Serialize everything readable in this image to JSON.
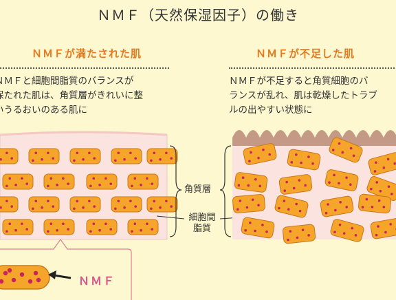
{
  "title": "ＮＭＦ（天然保湿因子）の働き",
  "left": {
    "heading": "ＮＭＦが満たされた肌",
    "lines": [
      "ＮＭＦと細胞間脂質のバランスが",
      "保たれた肌は、角質層がきれいに整",
      "いうるおいのある肌に"
    ]
  },
  "right": {
    "heading": "ＮＭＦが不足した肌",
    "lines": [
      "ＮＭＦが不足すると角質細胞のバ",
      "ランスが乱れ、肌は乾燥したトラブ",
      "ルの出やすい状態に"
    ]
  },
  "labels": {
    "stratum_corneum": "角質層",
    "intercellular_lipid_1": "細胞間",
    "intercellular_lipid_2": "脂質",
    "nmf": "ＮＭＦ"
  },
  "colors": {
    "background": "#fdf8d0",
    "cell_fill": "#f5a52a",
    "cell_stroke": "#c9761a",
    "dot": "#c8235a",
    "skin": "#fbe3df",
    "dry_skin": "#c49a86",
    "heading": "#e67a1e",
    "nmf_text": "#d9558c"
  }
}
